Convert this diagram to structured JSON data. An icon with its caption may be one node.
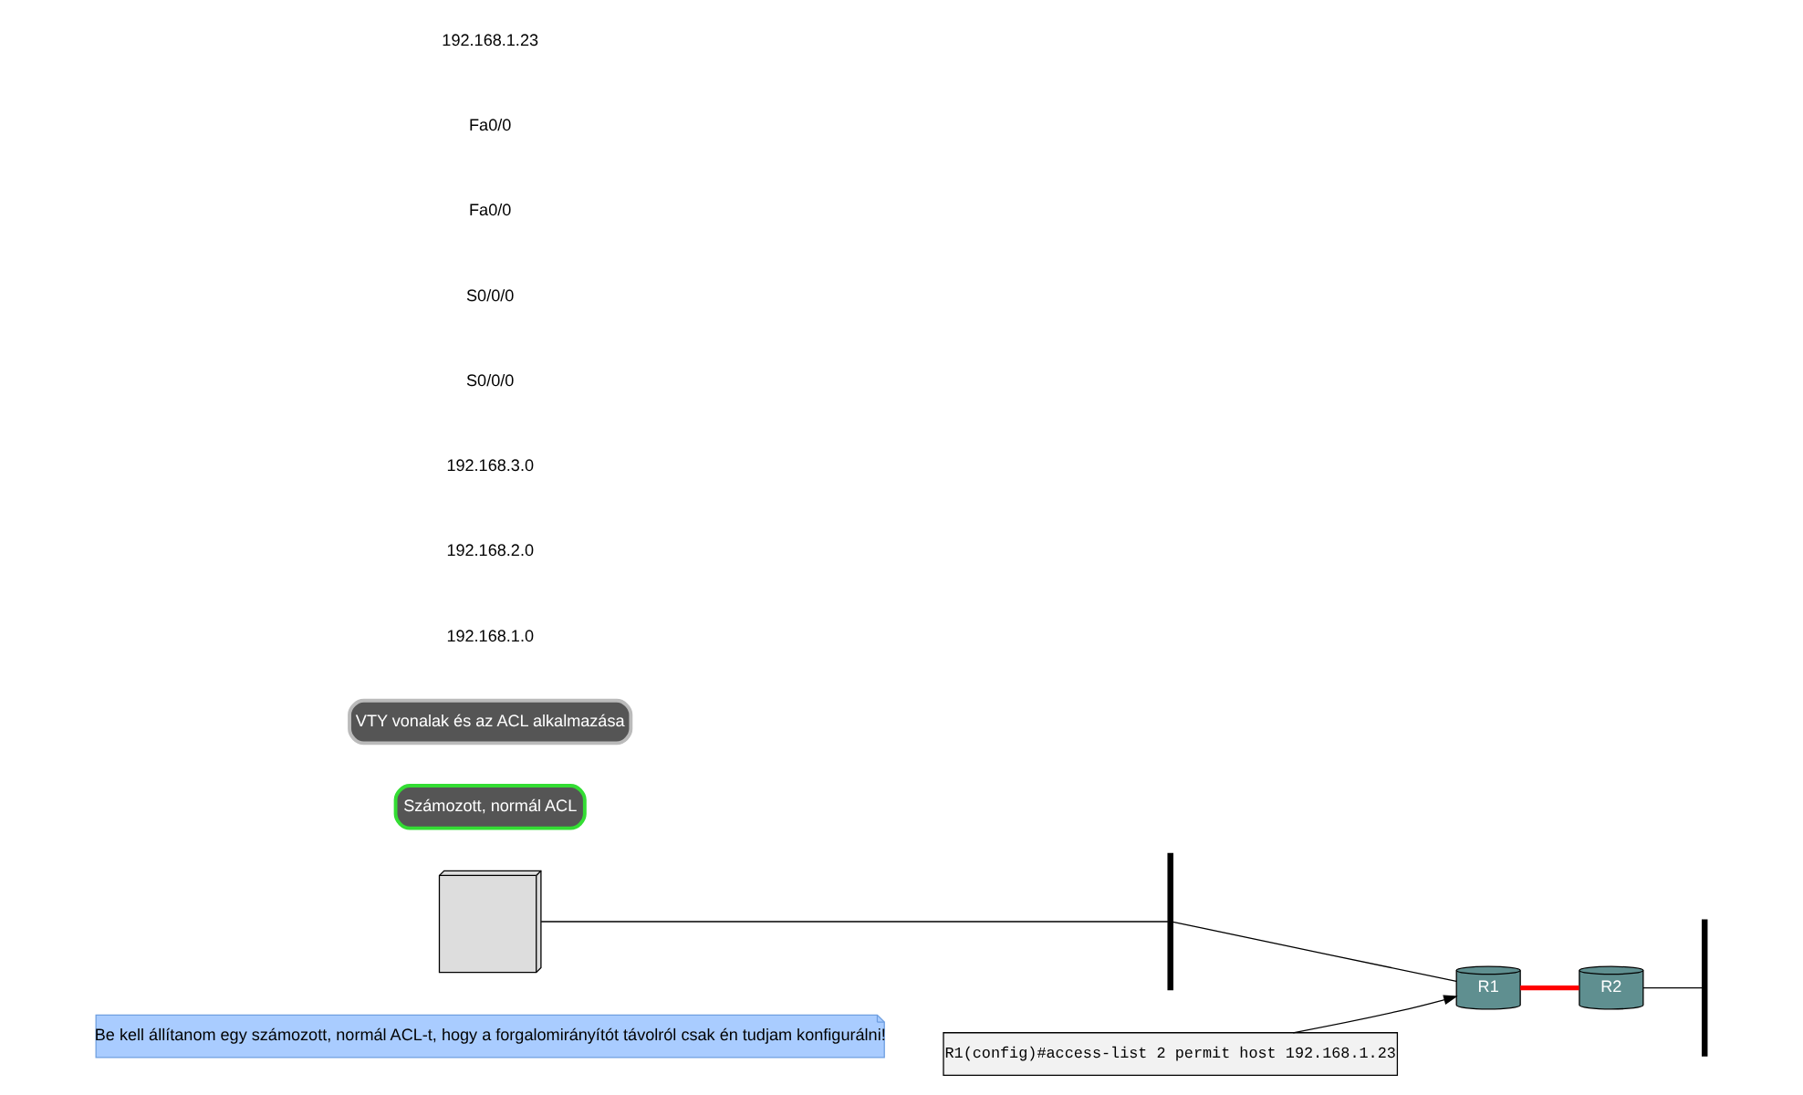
{
  "diagram": {
    "nodes": [
      {
        "text": [
          "Be kell állítanom egy számozott, normál ACL-t, hogy a forgalomirányítót távolról csak én tudjam konfigurálni!"
        ]
      },
      {
        "text": [],
        "shape": "picture"
      },
      {
        "text": [
          "R1(config)#access-list 2 permit host 192.168.1.23"
        ]
      },
      {
        "text": [],
        "shape": "bar"
      },
      {
        "text": [
          "R1"
        ]
      },
      {
        "text": [
          "R2"
        ]
      },
      {
        "text": [],
        "shape": "bar"
      },
      {
        "text": [
          "Számozott, normál ACL"
        ]
      },
      {
        "text": [
          "VTY vonalak és az ACL alkalmazása"
        ]
      }
    ],
    "edges": [
      {
        "from": 2,
        "to": 4,
        "arrow": "to"
      },
      {
        "from": 1,
        "to": 3,
        "arrow": "none"
      },
      {
        "from": 3,
        "to": 4,
        "arrow": "none"
      },
      {
        "from": 4,
        "to": 5,
        "arrow": "none",
        "style": "thick",
        "color": "#ff0000"
      },
      {
        "from": 5,
        "to": 6,
        "arrow": "none"
      }
    ],
    "labels": [
      "192.168.1.0",
      "192.168.2.0",
      "192.168.3.0",
      "S0/0/0",
      "S0/0/0",
      "Fa0/0",
      "Fa0/0",
      "192.168.1.23"
    ]
  }
}
